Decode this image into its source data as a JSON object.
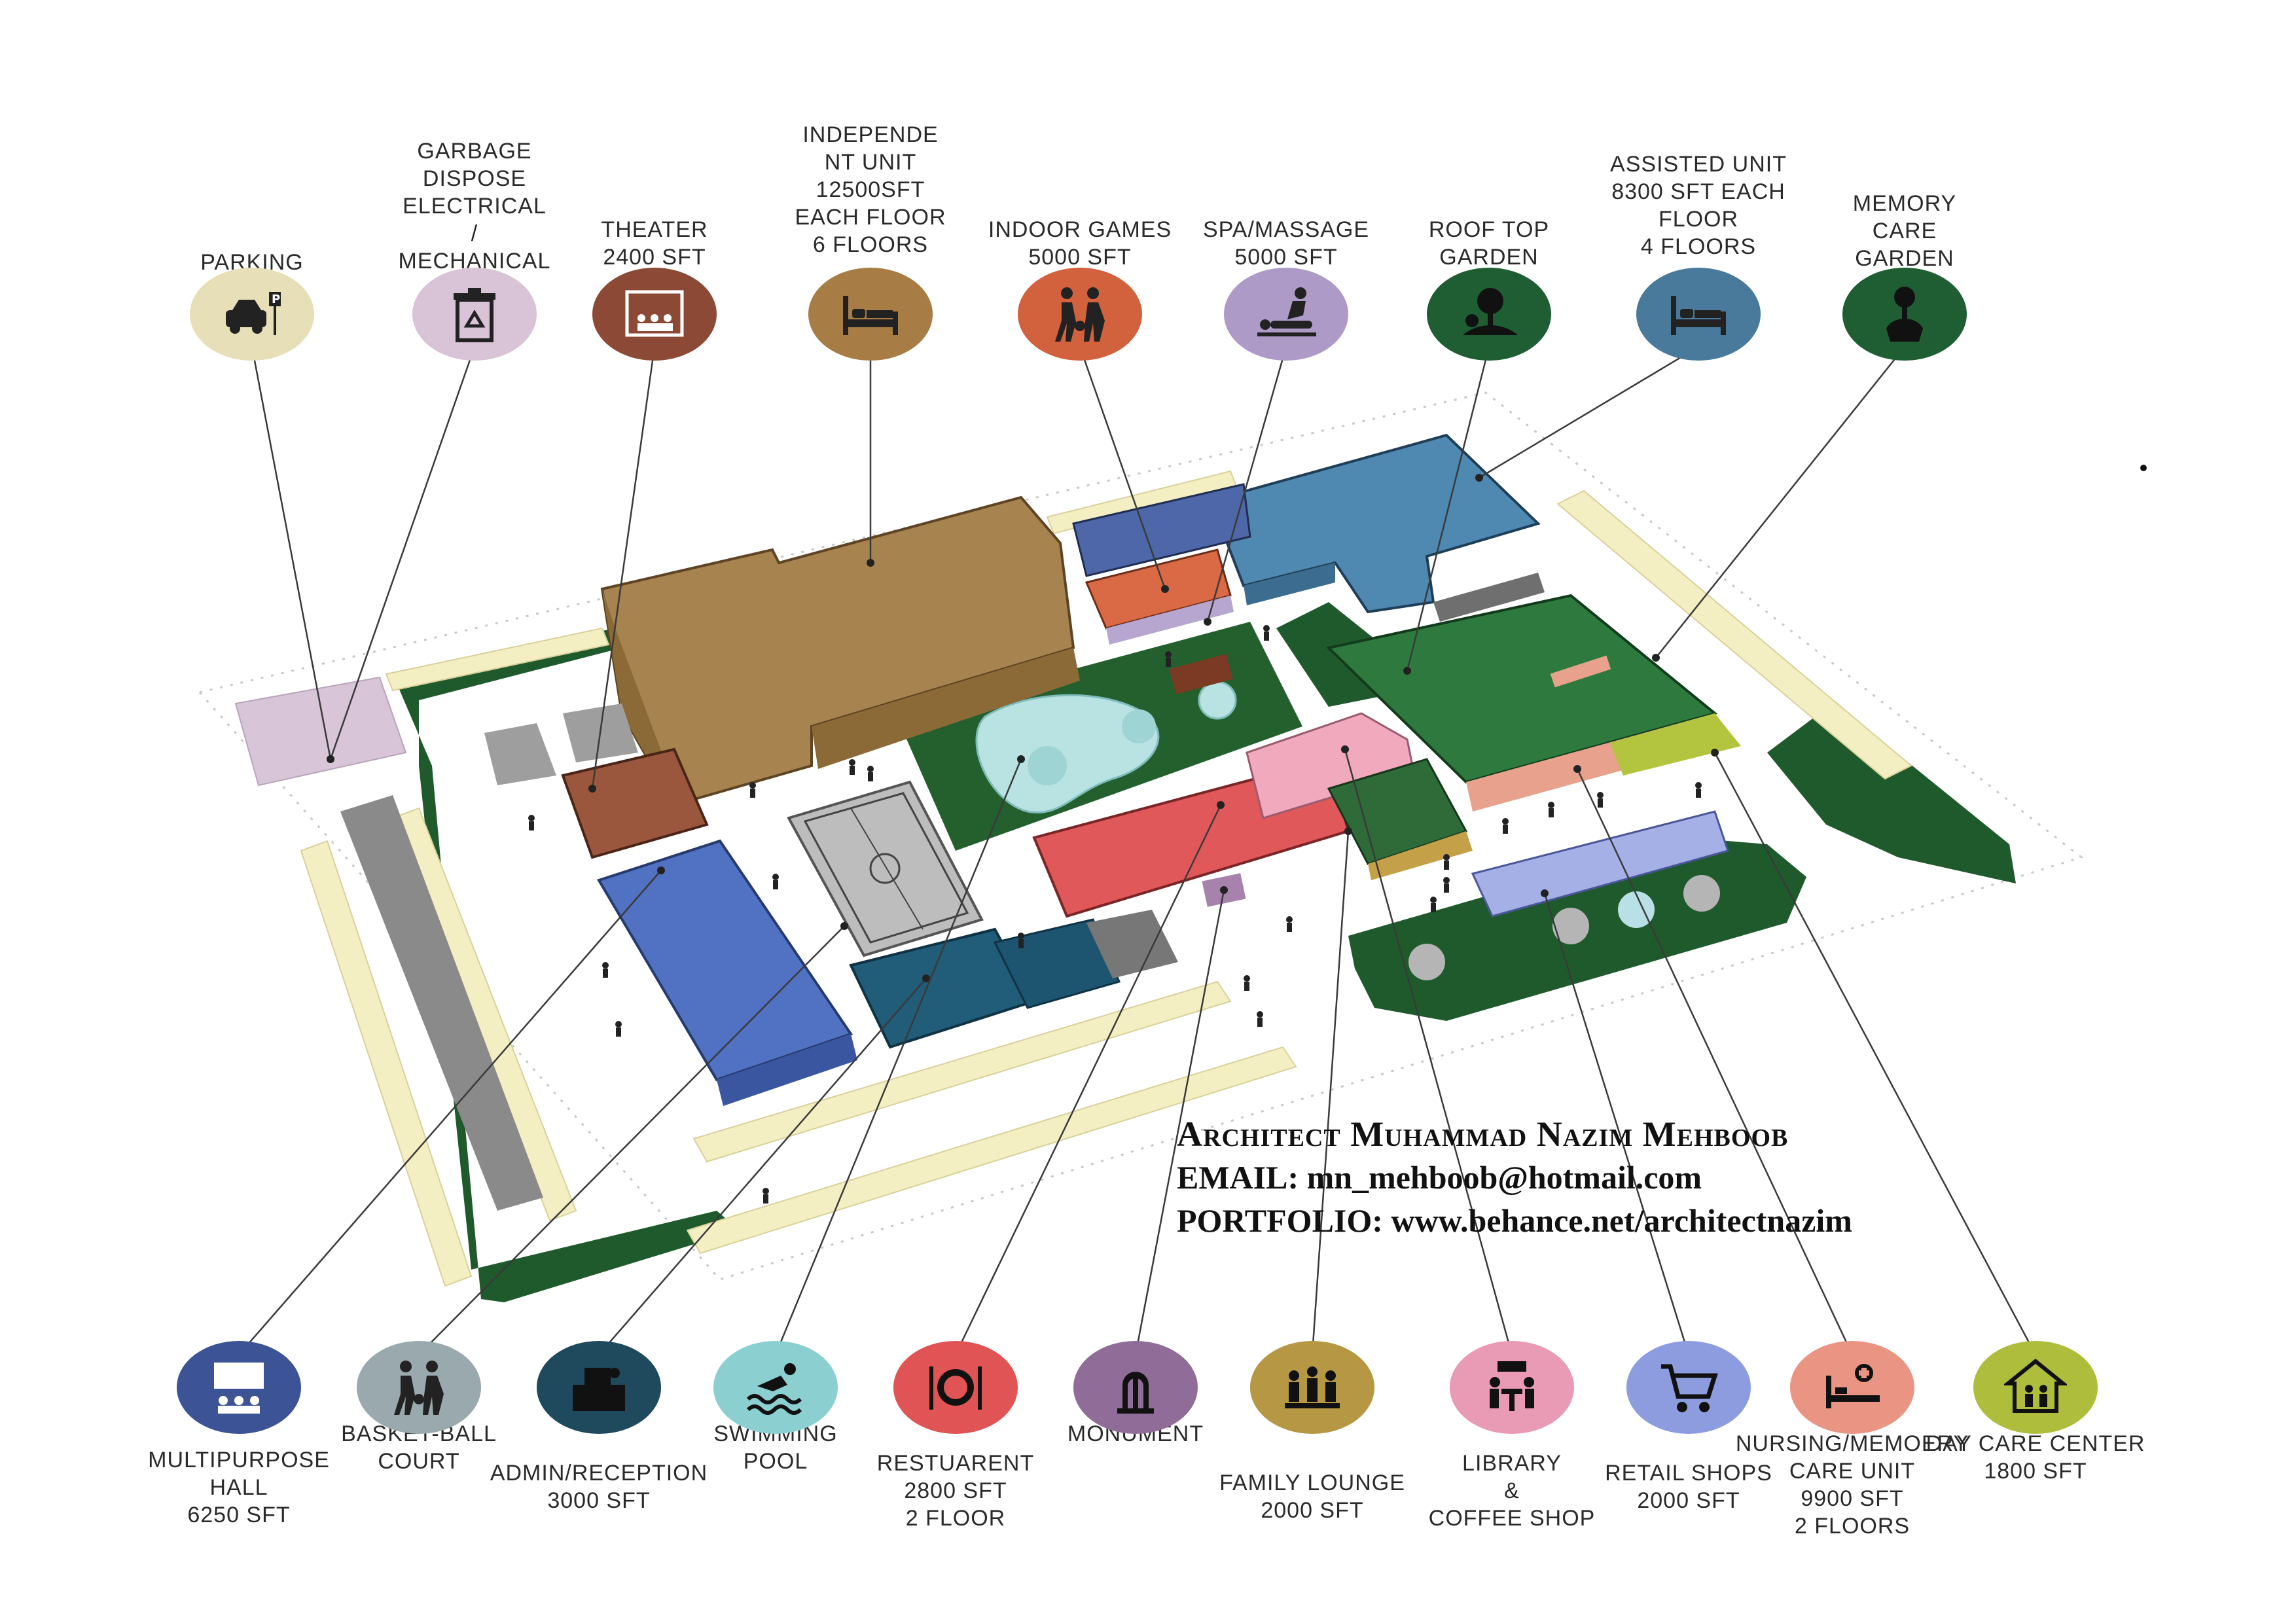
{
  "credits": {
    "name": "Architect Muhammad Nazim Mehboob",
    "email": "EMAIL: mn_mehboob@hotmail.com",
    "portfolio": "PORTFOLIO: www.behance.net/architectnazim"
  },
  "top_labels": [
    {
      "id": "parking",
      "lines": [
        "PARKING"
      ],
      "color": "#e6dfb8",
      "icon": "car-parking-icon"
    },
    {
      "id": "garbage",
      "lines": [
        "GARBAGE",
        "DISPOSE",
        "ELECTRICAL",
        "/",
        "MECHANICAL"
      ],
      "color": "#d9c3d6",
      "icon": "recycle-bin-icon"
    },
    {
      "id": "theater",
      "lines": [
        "THEATER",
        "2400 SFT"
      ],
      "color": "#8c4a36",
      "icon": "theater-icon"
    },
    {
      "id": "independent-unit",
      "lines": [
        "INDEPENDE",
        "NT UNIT",
        "12500SFT",
        "EACH FLOOR",
        "6 FLOORS"
      ],
      "color": "#a77c45",
      "icon": "bed-icon"
    },
    {
      "id": "indoor-games",
      "lines": [
        "INDOOR GAMES",
        "5000 SFT"
      ],
      "color": "#d2613e",
      "icon": "players-icon"
    },
    {
      "id": "spa",
      "lines": [
        "SPA/MASSAGE",
        "5000 SFT"
      ],
      "color": "#ad9ac7",
      "icon": "massage-icon"
    },
    {
      "id": "roof-garden",
      "lines": [
        "ROOF TOP",
        "GARDEN"
      ],
      "color": "#1f5e33",
      "icon": "garden-icon"
    },
    {
      "id": "assisted-unit",
      "lines": [
        "ASSISTED UNIT",
        "8300 SFT EACH",
        "FLOOR",
        "4 FLOORS"
      ],
      "color": "#497a9b",
      "icon": "bed-icon"
    },
    {
      "id": "memory-garden",
      "lines": [
        "MEMORY",
        "CARE",
        "GARDEN"
      ],
      "color": "#1f5e33",
      "icon": "memory-garden-icon"
    }
  ],
  "bottom_labels": [
    {
      "id": "multipurpose-hall",
      "lines": [
        "MULTIPURPOSE",
        "HALL",
        "6250 SFT"
      ],
      "color": "#3c5496",
      "icon": "hall-icon"
    },
    {
      "id": "basketball-court",
      "lines": [
        "BASKET-BALL",
        "COURT"
      ],
      "color": "#9aa9ad",
      "icon": "players-icon"
    },
    {
      "id": "admin-reception",
      "lines": [
        "ADMIN/RECEPTION",
        "3000 SFT"
      ],
      "color": "#1f4a5e",
      "icon": "reception-icon"
    },
    {
      "id": "swimming-pool",
      "lines": [
        "SWIMMING",
        "POOL"
      ],
      "color": "#8ccfd0",
      "icon": "swimmer-icon"
    },
    {
      "id": "restaurant",
      "lines": [
        "RESTUARENT",
        "2800 SFT",
        "2 FLOOR"
      ],
      "color": "#e05456",
      "icon": "plate-icon"
    },
    {
      "id": "monument",
      "lines": [
        "MONUMENT"
      ],
      "color": "#8f6d98",
      "icon": "monument-icon"
    },
    {
      "id": "family-lounge",
      "lines": [
        "FAMILY LOUNGE",
        "2000 SFT"
      ],
      "color": "#b69844",
      "icon": "family-icon"
    },
    {
      "id": "library",
      "lines": [
        "LIBRARY",
        "&",
        "COFFEE SHOP"
      ],
      "color": "#e99ab4",
      "icon": "library-icon"
    },
    {
      "id": "retail-shops",
      "lines": [
        "RETAIL SHOPS",
        "2000 SFT"
      ],
      "color": "#8c9cdf",
      "icon": "cart-icon"
    },
    {
      "id": "nursing-unit",
      "lines": [
        "NURSING/MEMOERY",
        "CARE UNIT",
        "9900 SFT",
        "2 FLOORS"
      ],
      "color": "#ea9483",
      "icon": "hospital-bed-icon"
    },
    {
      "id": "day-care",
      "lines": [
        "DAY CARE CENTER",
        "1800 SFT"
      ],
      "color": "#aebd3c",
      "icon": "daycare-icon"
    }
  ]
}
